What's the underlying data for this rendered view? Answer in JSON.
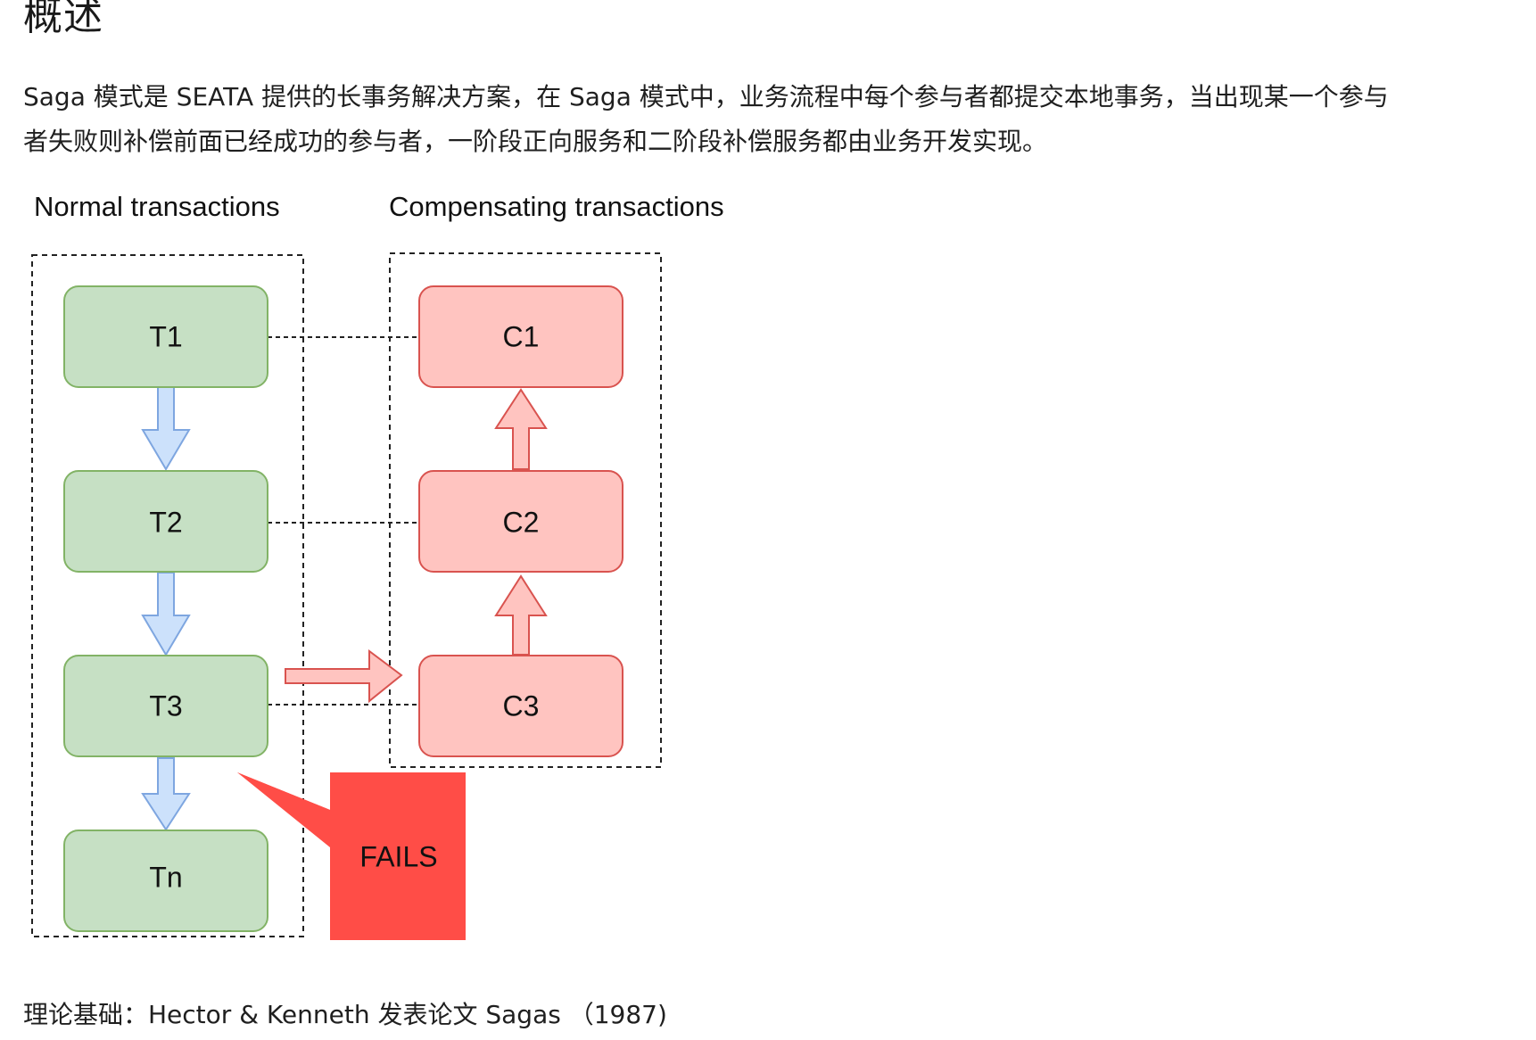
{
  "heading": "概述",
  "paragraph": {
    "line1": "Saga 模式是 SEATA 提供的长事务解决方案，在 Saga 模式中，业务流程中每个参与者都提交本地事务，当出现某一个参与",
    "line2": "者失败则补偿前面已经成功的参与者，一阶段正向服务和二阶段补偿服务都由业务开发实现。"
  },
  "diagram": {
    "normal_title": "Normal transactions",
    "compensating_title": "Compensating transactions",
    "normal_boxes": [
      "T1",
      "T2",
      "T3",
      "Tn"
    ],
    "compensating_boxes": [
      "C1",
      "C2",
      "C3"
    ],
    "fails_label": "FAILS",
    "colors": {
      "normal_fill": "#c6e0c4",
      "normal_stroke": "#82b366",
      "comp_fill": "#ffc4c0",
      "comp_stroke": "#d9534f",
      "blue_arrow_fill": "#cce1fb",
      "blue_arrow_stroke": "#7ea6e0",
      "fails_fill": "#ff4d47"
    }
  },
  "footer": "理论基础：Hector & Kenneth 发表论文 Sagas （1987)"
}
